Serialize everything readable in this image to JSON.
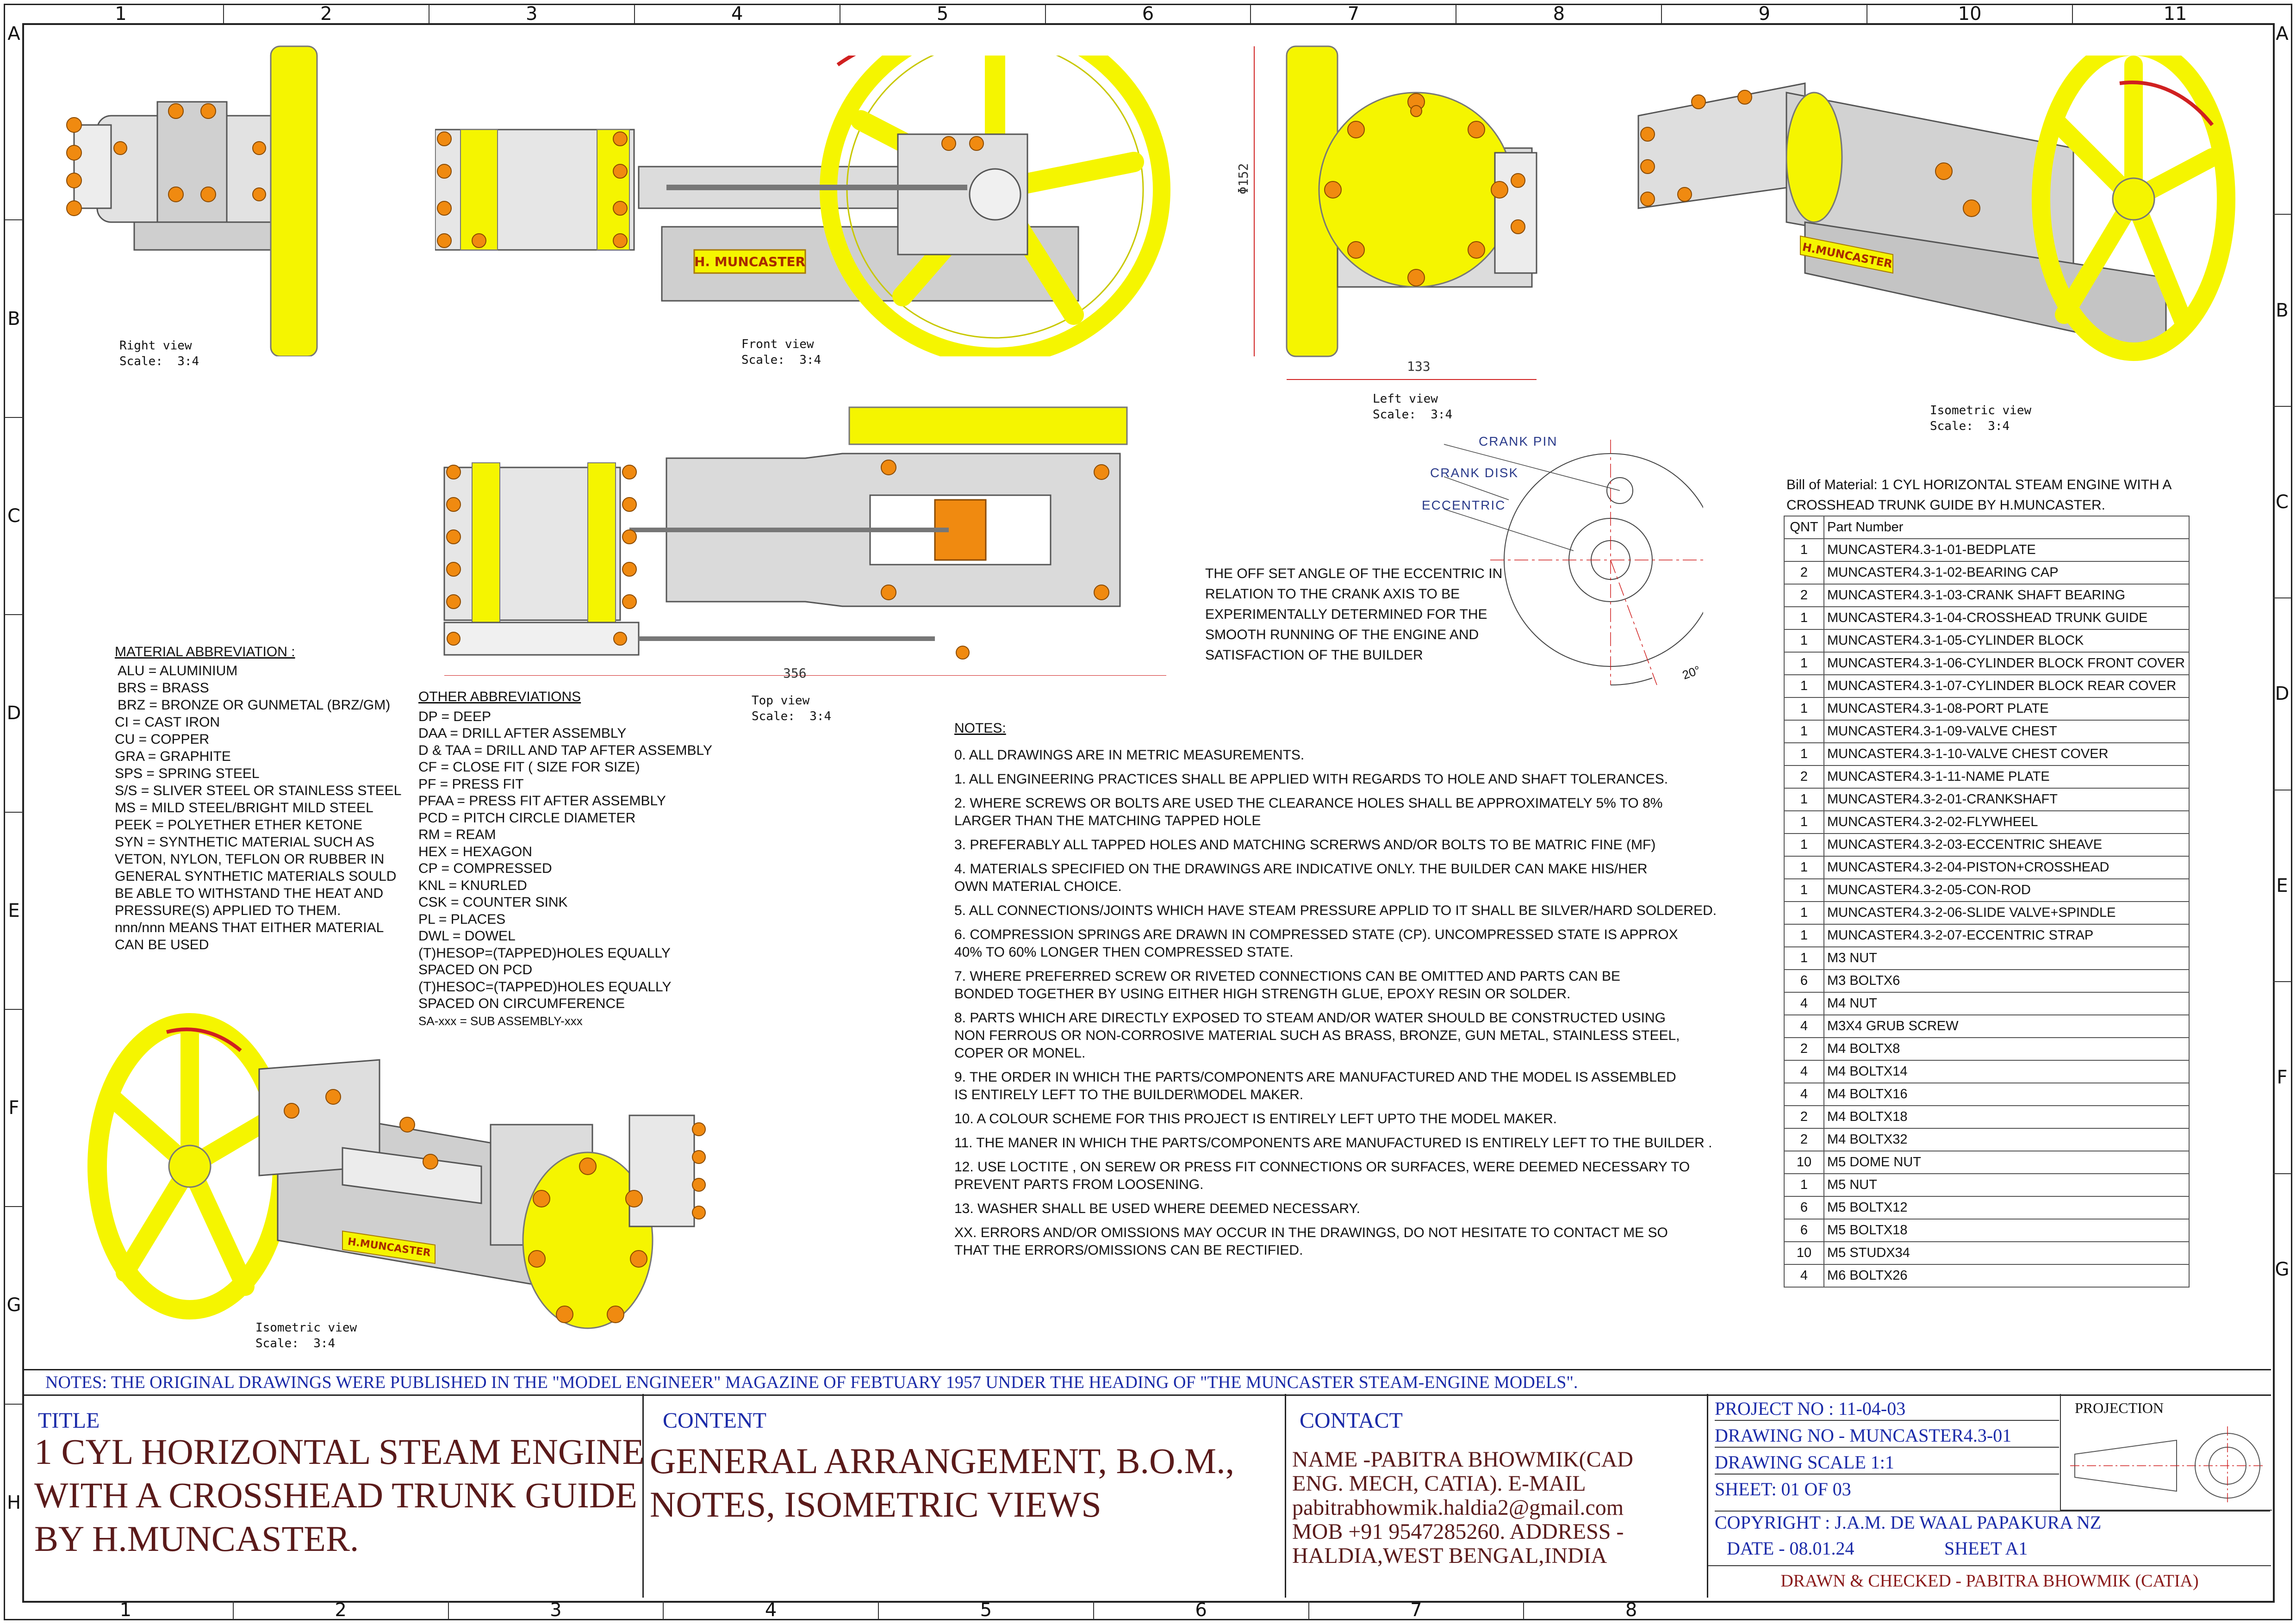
{
  "zones": {
    "cols": [
      "1",
      "2",
      "3",
      "4",
      "5",
      "6",
      "7",
      "8",
      "9",
      "10",
      "11"
    ],
    "bottom_cols": [
      "1",
      "2",
      "3",
      "4",
      "5",
      "6",
      "7",
      "8"
    ],
    "rows": [
      "A",
      "B",
      "C",
      "D",
      "E",
      "F",
      "G",
      "H"
    ]
  },
  "views": {
    "right": {
      "name": "Right view",
      "scale": "Scale:  3:4"
    },
    "front": {
      "name": "Front view",
      "scale": "Scale:  3:4",
      "nameplate": "H. MUNCASTER"
    },
    "left": {
      "name": "Left view",
      "scale": "Scale:  3:4",
      "dim_h": "Φ152",
      "dim_w": "133"
    },
    "iso1": {
      "name": "Isometric view",
      "scale": "Scale:  3:4",
      "nameplate": "H.MUNCASTER"
    },
    "top": {
      "name": "Top view",
      "scale": "Scale:  3:4",
      "dim_w": "356"
    },
    "iso2": {
      "name": "Isometric view",
      "scale": "Scale:  3:4",
      "nameplate": "H.MUNCASTER"
    }
  },
  "eccentric": {
    "crank_pin": "CRANK PIN",
    "crank_disk": "CRANK DISK",
    "eccentric": "ECCENTRIC",
    "angle": "20°",
    "note": [
      "THE OFF SET ANGLE OF THE ECCENTRIC IN",
      "RELATION TO THE CRANK AXIS TO BE",
      "EXPERIMENTALLY DETERMINED FOR THE",
      "SMOOTH RUNNING OF THE ENGINE AND",
      "SATISFACTION OF THE BUILDER"
    ]
  },
  "material_abbr": {
    "title": "MATERIAL ABBREVIATION :",
    "lines": [
      "ALU = ALUMINIUM",
      "BRS = BRASS",
      "BRZ = BRONZE OR GUNMETAL (BRZ/GM)",
      "CI = CAST IRON",
      "CU = COPPER",
      "GRA = GRAPHITE",
      "SPS = SPRING STEEL",
      "S/S = SLIVER STEEL OR STAINLESS STEEL",
      "MS = MILD STEEL/BRIGHT MILD STEEL",
      "PEEK = POLYETHER ETHER KETONE",
      "SYN = SYNTHETIC MATERIAL SUCH AS",
      "VETON, NYLON, TEFLON OR RUBBER IN",
      "GENERAL SYNTHETIC MATERIALS SOULD",
      "BE ABLE TO WITHSTAND THE HEAT AND",
      "PRESSURE(S) APPLIED TO THEM.",
      "nnn/nnn MEANS THAT EITHER MATERIAL",
      "CAN BE USED"
    ]
  },
  "other_abbr": {
    "title": "OTHER ABBREVIATIONS",
    "lines": [
      "DP = DEEP",
      "DAA = DRILL AFTER ASSEMBLY",
      "D & TAA = DRILL AND TAP AFTER ASSEMBLY",
      "CF = CLOSE FIT ( SIZE FOR SIZE)",
      "PF = PRESS FIT",
      "PFAA = PRESS FIT AFTER ASSEMBLY",
      "PCD = PITCH CIRCLE DIAMETER",
      "RM = REAM",
      "HEX = HEXAGON",
      "CP = COMPRESSED",
      "KNL = KNURLED",
      "CSK = COUNTER SINK",
      "PL = PLACES",
      "DWL = DOWEL",
      "(T)HESOP=(TAPPED)HOLES EQUALLY",
      "SPACED ON PCD",
      "(T)HESOC=(TAPPED)HOLES EQUALLY",
      "SPACED ON CIRCUMFERENCE",
      "SA-xxx = SUB ASSEMBLY-xxx"
    ]
  },
  "notes": {
    "title": "NOTES:",
    "items": [
      [
        "0. ALL DRAWINGS ARE IN METRIC MEASUREMENTS."
      ],
      [
        "1. ALL ENGINEERING PRACTICES SHALL BE APPLIED WITH REGARDS TO HOLE AND SHAFT TOLERANCES."
      ],
      [
        "2. WHERE SCREWS OR BOLTS ARE USED THE CLEARANCE HOLES SHALL BE APPROXIMATELY 5% TO 8%",
        "LARGER THAN THE MATCHING TAPPED HOLE"
      ],
      [
        "3. PREFERABLY ALL TAPPED HOLES AND MATCHING SCRERWS AND/OR BOLTS TO BE MATRIC FINE (MF)"
      ],
      [
        "4. MATERIALS SPECIFIED ON THE DRAWINGS ARE INDICATIVE ONLY. THE BUILDER CAN MAKE HIS/HER",
        "OWN MATERIAL CHOICE."
      ],
      [
        "5. ALL CONNECTIONS/JOINTS WHICH HAVE STEAM PRESSURE APPLID TO IT SHALL BE SILVER/HARD SOLDERED."
      ],
      [
        "6. COMPRESSION SPRINGS ARE DRAWN IN COMPRESSED STATE (CP). UNCOMPRESSED STATE IS APPROX",
        "40% TO 60% LONGER THEN COMPRESSED STATE."
      ],
      [
        "7. WHERE PREFERRED SCREW OR RIVETED CONNECTIONS CAN BE OMITTED AND PARTS CAN BE",
        "BONDED TOGETHER BY USING EITHER HIGH STRENGTH GLUE, EPOXY RESIN OR SOLDER."
      ],
      [
        "8. PARTS WHICH ARE DIRECTLY EXPOSED TO STEAM AND/OR WATER SHOULD BE CONSTRUCTED USING",
        "NON FERROUS OR NON-CORROSIVE MATERIAL SUCH AS BRASS, BRONZE, GUN METAL, STAINLESS STEEL,",
        "COPER OR MONEL."
      ],
      [
        "9. THE ORDER IN WHICH THE PARTS/COMPONENTS ARE MANUFACTURED AND THE MODEL IS ASSEMBLED",
        "IS ENTIRELY LEFT TO THE BUILDER\\MODEL MAKER."
      ],
      [
        "10. A COLOUR SCHEME FOR THIS PROJECT IS ENTIRELY LEFT UPTO THE MODEL MAKER."
      ],
      [
        "11. THE MANER IN WHICH THE PARTS/COMPONENTS ARE MANUFACTURED IS ENTIRELY LEFT TO THE BUILDER ."
      ],
      [
        "12. USE LOCTITE , ON SEREW OR PRESS FIT CONNECTIONS OR SURFACES, WERE DEEMED NECESSARY  TO",
        "PREVENT PARTS FROM LOOSENING."
      ],
      [
        "13. WASHER SHALL BE USED WHERE DEEMED NECESSARY."
      ],
      [
        "XX. ERRORS AND/OR OMISSIONS MAY OCCUR IN THE DRAWINGS, DO NOT HESITATE TO CONTACT ME SO",
        "THAT THE ERRORS/OMISSIONS CAN BE RECTIFIED."
      ]
    ]
  },
  "bom": {
    "title": [
      "Bill of Material: 1 CYL HORIZONTAL STEAM ENGINE WITH A",
      "CROSSHEAD TRUNK GUIDE BY H.MUNCASTER."
    ],
    "headers": [
      "QNT",
      "Part Number"
    ],
    "rows": [
      [
        "1",
        "MUNCASTER4.3-1-01-BEDPLATE"
      ],
      [
        "2",
        "MUNCASTER4.3-1-02-BEARING CAP"
      ],
      [
        "2",
        "MUNCASTER4.3-1-03-CRANK SHAFT BEARING"
      ],
      [
        "1",
        "MUNCASTER4.3-1-04-CROSSHEAD TRUNK GUIDE"
      ],
      [
        "1",
        "MUNCASTER4.3-1-05-CYLINDER BLOCK"
      ],
      [
        "1",
        "MUNCASTER4.3-1-06-CYLINDER BLOCK FRONT COVER"
      ],
      [
        "1",
        "MUNCASTER4.3-1-07-CYLINDER BLOCK REAR COVER"
      ],
      [
        "1",
        "MUNCASTER4.3-1-08-PORT PLATE"
      ],
      [
        "1",
        "MUNCASTER4.3-1-09-VALVE CHEST"
      ],
      [
        "1",
        "MUNCASTER4.3-1-10-VALVE CHEST COVER"
      ],
      [
        "2",
        "MUNCASTER4.3-1-11-NAME PLATE"
      ],
      [
        "1",
        "MUNCASTER4.3-2-01-CRANKSHAFT"
      ],
      [
        "1",
        "MUNCASTER4.3-2-02-FLYWHEEL"
      ],
      [
        "1",
        "MUNCASTER4.3-2-03-ECCENTRIC SHEAVE"
      ],
      [
        "1",
        "MUNCASTER4.3-2-04-PISTON+CROSSHEAD"
      ],
      [
        "1",
        "MUNCASTER4.3-2-05-CON-ROD"
      ],
      [
        "1",
        "MUNCASTER4.3-2-06-SLIDE VALVE+SPINDLE"
      ],
      [
        "1",
        "MUNCASTER4.3-2-07-ECCENTRIC STRAP"
      ],
      [
        "1",
        "M3 NUT"
      ],
      [
        "6",
        "M3 BOLTX6"
      ],
      [
        "4",
        "M4 NUT"
      ],
      [
        "4",
        "M3X4 GRUB SCREW"
      ],
      [
        "2",
        "M4 BOLTX8"
      ],
      [
        "4",
        "M4 BOLTX14"
      ],
      [
        "4",
        "M4 BOLTX16"
      ],
      [
        "2",
        "M4 BOLTX18"
      ],
      [
        "2",
        "M4 BOLTX32"
      ],
      [
        "10",
        "M5 DOME NUT"
      ],
      [
        "1",
        "M5 NUT"
      ],
      [
        "6",
        "M5 BOLTX12"
      ],
      [
        "6",
        "M5 BOLTX18"
      ],
      [
        "10",
        "M5 STUDX34"
      ],
      [
        "4",
        "M6 BOLTX26"
      ]
    ]
  },
  "footer_note": "NOTES: THE ORIGINAL DRAWINGS WERE PUBLISHED IN THE \"MODEL ENGINEER\" MAGAZINE OF FEBTUARY 1957 UNDER THE HEADING OF \"THE MUNCASTER STEAM-ENGINE MODELS\".",
  "title_block": {
    "title_label": "TITLE",
    "title": [
      "1 CYL HORIZONTAL STEAM ENGINE",
      "WITH A CROSSHEAD TRUNK GUIDE",
      "BY H.MUNCASTER."
    ],
    "content_label": "CONTENT",
    "content": [
      "GENERAL ARRANGEMENT, B.O.M.,",
      "NOTES, ISOMETRIC VIEWS"
    ],
    "contact_label": "CONTACT",
    "contact": [
      "NAME -PABITRA BHOWMIK(CAD",
      "ENG. MECH, CATIA).    E-MAIL",
      "pabitrabhowmik.haldia2@gmail.com",
      "MOB  +91 9547285260.   ADDRESS -",
      "HALDIA,WEST BENGAL,INDIA"
    ],
    "project_no": "PROJECT NO : 11-04-03",
    "drawing_no": "DRAWING NO - MUNCASTER4.3-01",
    "drawing_scale": "DRAWING SCALE  1:1",
    "sheet": "SHEET: 01 OF 03",
    "projection": "PROJECTION",
    "copyright": "COPYRIGHT  : J.A.M. DE WAAL PAPAKURA NZ",
    "date": "DATE - 08.01.24",
    "sheet_size": "SHEET A1",
    "drawn": "DRAWN & CHECKED - PABITRA BHOWMIK  (CATIA)"
  },
  "colors": {
    "flywheel": "#f5f500",
    "bolts": "#f08a10",
    "metal": "#d8d8d8",
    "title_blue": "#1a2aa8",
    "title_red": "#5a1a1a"
  }
}
